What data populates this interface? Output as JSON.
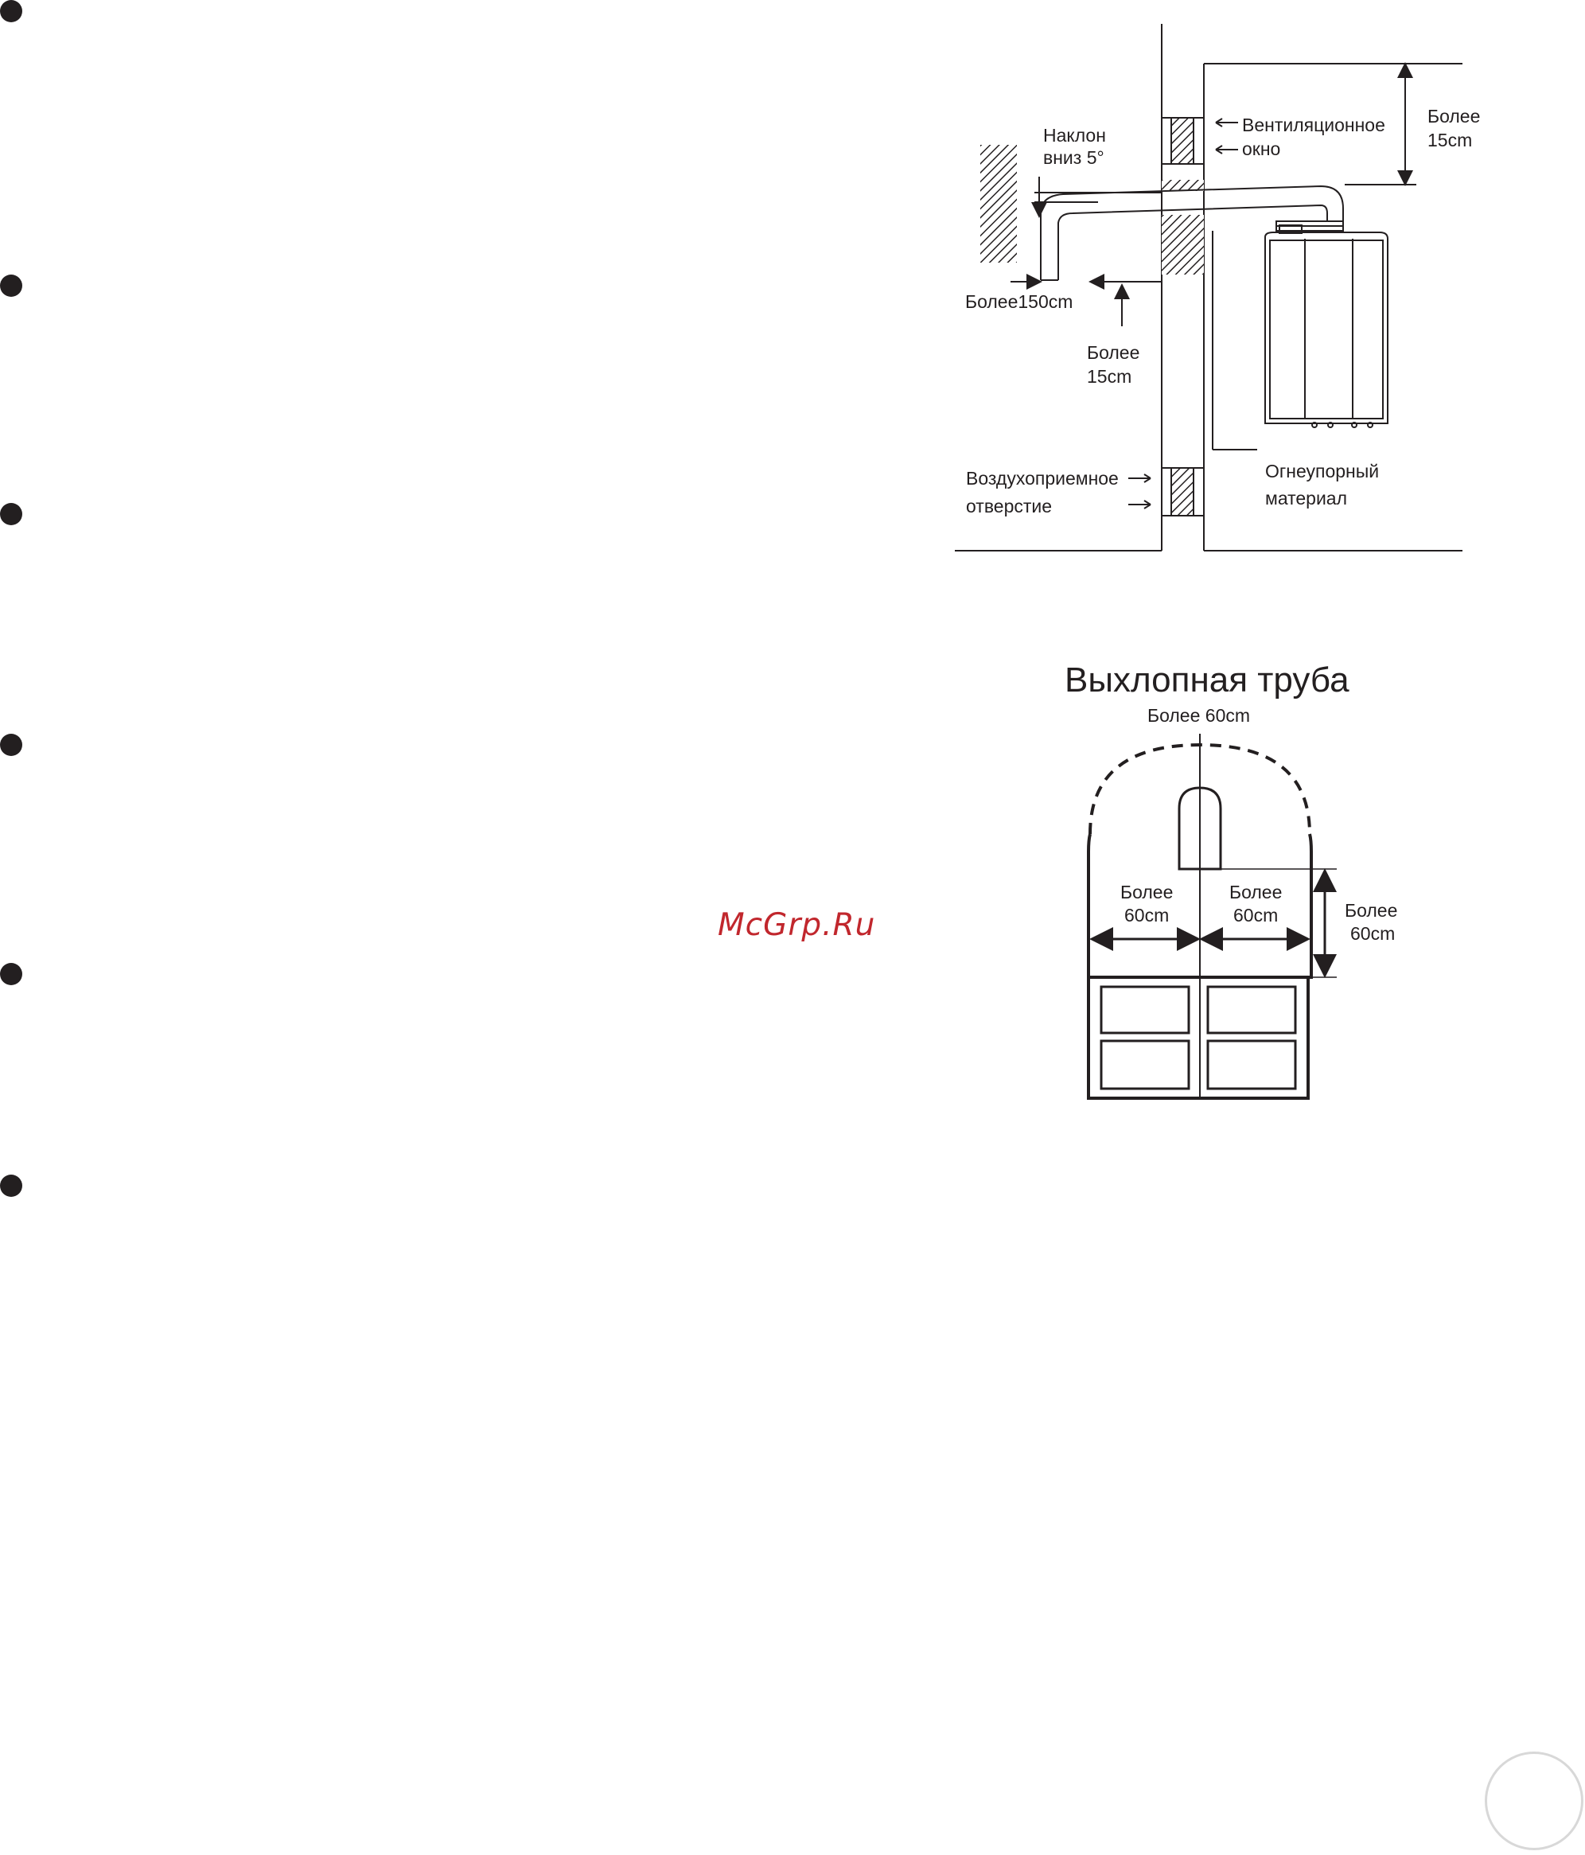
{
  "watermark": "McGrp.Ru",
  "colors": {
    "ink": "#231f20",
    "watermark": "#c1272d",
    "hatch": "#231f20"
  },
  "diagram_top": {
    "slope_label": [
      "Наклон",
      "вниз 5°"
    ],
    "vent_label": [
      "Вентиляционное",
      "окно"
    ],
    "top_clearance": [
      "Более",
      "15cm"
    ],
    "horizontal_clearance": "Более150cm",
    "pipe_clearance": [
      "Более",
      "15cm"
    ],
    "air_intake_label": [
      "Воздухоприемное",
      "отверстие"
    ],
    "fireproof_label": [
      "Огнеупорный",
      "материал"
    ]
  },
  "diagram_bottom": {
    "title": "Выхлопная труба",
    "top_dim": "Более 60cm",
    "left_dim": [
      "Более",
      "60cm"
    ],
    "right_dim": [
      "Более",
      "60cm"
    ],
    "side_dim": [
      "Более",
      "60cm"
    ]
  },
  "bullets_count": 6
}
